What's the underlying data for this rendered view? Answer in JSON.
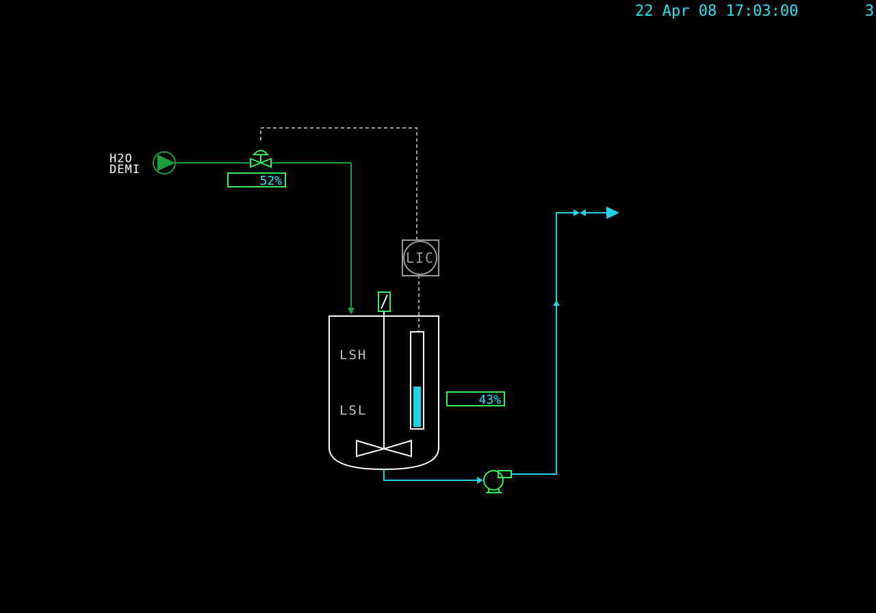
{
  "header": {
    "datetime": "22 Apr 08 17:03:00",
    "page_indicator": "3"
  },
  "source": {
    "label_line1": "H2O",
    "label_line2": "DEMI"
  },
  "inlet_valve": {
    "opening_percent": 52,
    "readout": "52%"
  },
  "controller": {
    "tag": "LIC"
  },
  "tank": {
    "high_switch": "LSH",
    "low_switch": "LSL",
    "level_percent": 43,
    "level_readout": "43%"
  },
  "colors": {
    "background": "#000000",
    "inlet_line": "#1e9e3a",
    "outlet_line": "#22d3e6",
    "signal_line": "#9a9a9a",
    "equipment": "#ffffff",
    "readout_box": "#33ee55",
    "readout_text": "#2ee0f0",
    "clock_text": "#2ee0f0",
    "label_text": "#c0c0c0"
  }
}
